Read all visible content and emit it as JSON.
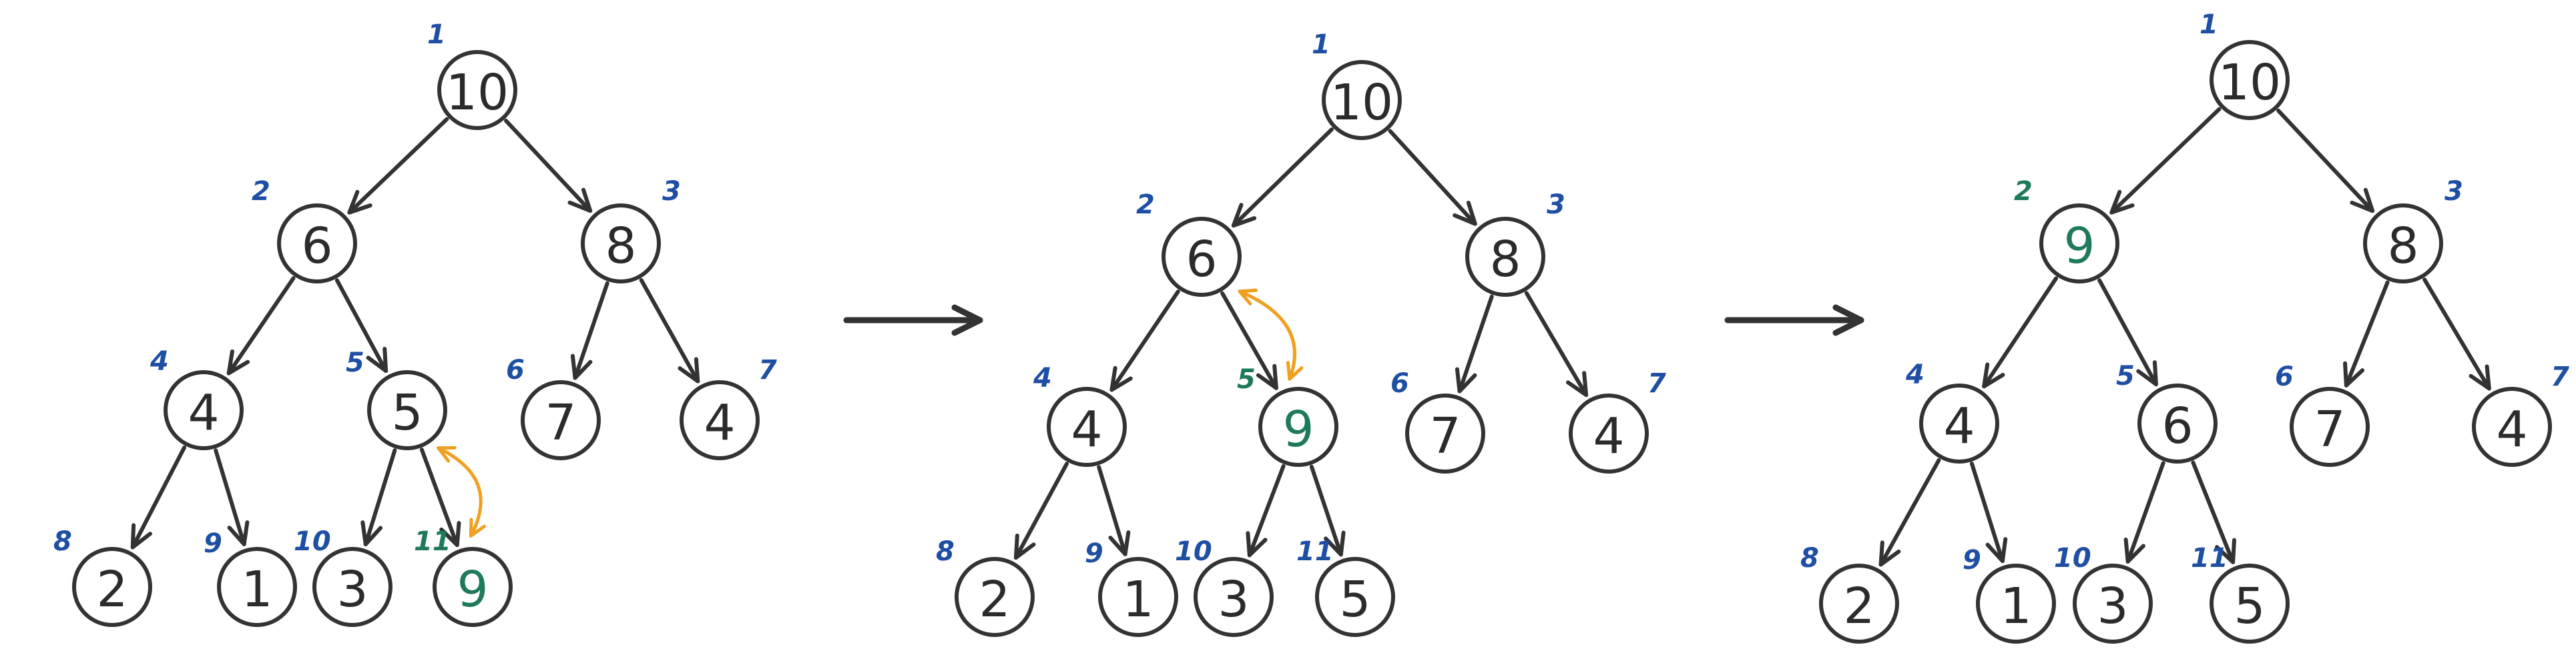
{
  "colors": {
    "ink": "#333333",
    "index_blue": "#1f4fa3",
    "highlight_green": "#1f7a5a",
    "swap_orange": "#f0a020"
  },
  "edges": [
    [
      1,
      2
    ],
    [
      1,
      3
    ],
    [
      2,
      4
    ],
    [
      2,
      5
    ],
    [
      3,
      6
    ],
    [
      3,
      7
    ],
    [
      4,
      8
    ],
    [
      4,
      9
    ],
    [
      5,
      10
    ],
    [
      5,
      11
    ]
  ],
  "panels": [
    {
      "name": "panel-1",
      "nodes": [
        {
          "index": "1",
          "value": "10"
        },
        {
          "index": "2",
          "value": "6"
        },
        {
          "index": "3",
          "value": "8"
        },
        {
          "index": "4",
          "value": "4"
        },
        {
          "index": "5",
          "value": "5"
        },
        {
          "index": "6",
          "value": "7"
        },
        {
          "index": "7",
          "value": "4"
        },
        {
          "index": "8",
          "value": "2"
        },
        {
          "index": "9",
          "value": "1"
        },
        {
          "index": "10",
          "value": "3"
        },
        {
          "index": "11",
          "value": "9",
          "highlight": true
        }
      ],
      "swap": [
        5,
        11
      ]
    },
    {
      "name": "panel-2",
      "nodes": [
        {
          "index": "1",
          "value": "10"
        },
        {
          "index": "2",
          "value": "6"
        },
        {
          "index": "3",
          "value": "8"
        },
        {
          "index": "4",
          "value": "4"
        },
        {
          "index": "5",
          "value": "9",
          "highlight": true
        },
        {
          "index": "6",
          "value": "7"
        },
        {
          "index": "7",
          "value": "4"
        },
        {
          "index": "8",
          "value": "2"
        },
        {
          "index": "9",
          "value": "1"
        },
        {
          "index": "10",
          "value": "3"
        },
        {
          "index": "11",
          "value": "5"
        }
      ],
      "swap": [
        2,
        5
      ]
    },
    {
      "name": "panel-3",
      "nodes": [
        {
          "index": "1",
          "value": "10"
        },
        {
          "index": "2",
          "value": "9",
          "highlight": true
        },
        {
          "index": "3",
          "value": "8"
        },
        {
          "index": "4",
          "value": "4"
        },
        {
          "index": "5",
          "value": "6"
        },
        {
          "index": "6",
          "value": "7"
        },
        {
          "index": "7",
          "value": "4"
        },
        {
          "index": "8",
          "value": "2"
        },
        {
          "index": "9",
          "value": "1"
        },
        {
          "index": "10",
          "value": "3"
        },
        {
          "index": "11",
          "value": "5"
        }
      ],
      "swap": null
    }
  ]
}
